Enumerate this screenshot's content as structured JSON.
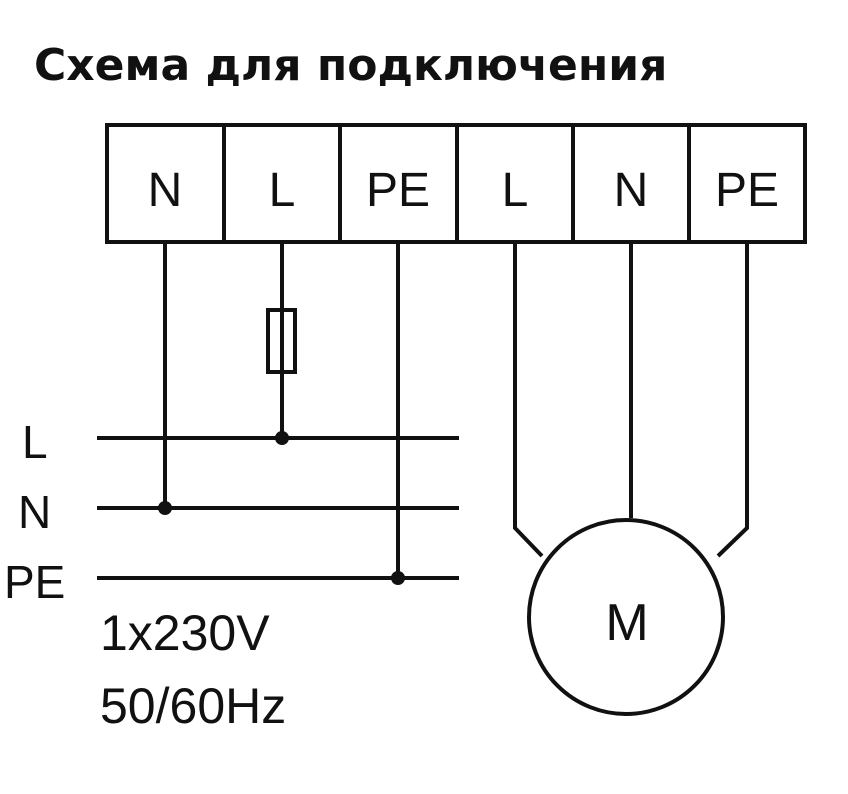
{
  "title": "Схема для подключения",
  "terminals": [
    "N",
    "L",
    "PE",
    "L",
    "N",
    "PE"
  ],
  "bus_lines": [
    "L",
    "N",
    "PE"
  ],
  "supply": {
    "voltage": "1x230V",
    "frequency": "50/60Hz"
  },
  "motor": {
    "label": "M"
  },
  "colors": {
    "ink": "#111111",
    "background": "#ffffff"
  }
}
